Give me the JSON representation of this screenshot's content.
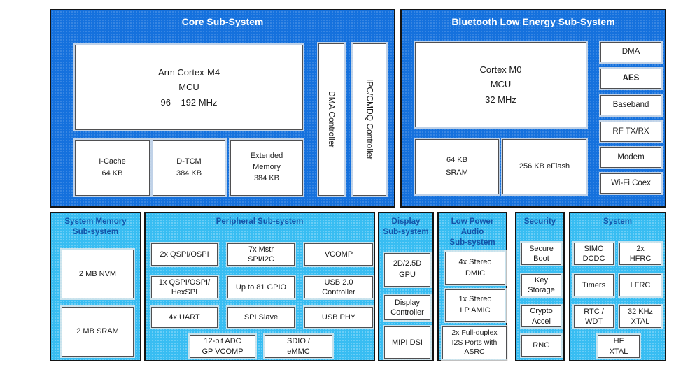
{
  "colors": {
    "dark_blue": "#1571dd",
    "light_blue": "#38bdf2",
    "section_title": "#1353a8"
  },
  "core": {
    "title": "Core Sub-System",
    "mcu": "Arm Cortex-M4\nMCU\n96 – 192 MHz",
    "memories": [
      "I-Cache\n64 KB",
      "D-TCM\n384 KB",
      "Extended\nMemory\n384 KB"
    ],
    "controllers": [
      "DMA Controller",
      "IPC/CMDQ Controller"
    ]
  },
  "ble": {
    "title": "Bluetooth Low Energy Sub-System",
    "mcu": "Cortex M0\nMCU\n32 MHz",
    "memories": [
      "64 KB\nSRAM",
      "256 KB eFlash"
    ],
    "side_blocks": [
      "DMA",
      "AES",
      "Baseband",
      "RF TX/RX",
      "Modem",
      "Wi-Fi Coex"
    ]
  },
  "system_memory": {
    "title": "System Memory\nSub-system",
    "blocks": [
      "2 MB NVM",
      "2 MB SRAM"
    ]
  },
  "peripheral": {
    "title": "Peripheral Sub-system",
    "grid": [
      "2x QSPI/OSPI",
      "7x Mstr\nSPI/I2C",
      "VCOMP",
      "1x QSPI/OSPI/\nHexSPI",
      "Up to 81 GPIO",
      "USB 2.0\nController",
      "4x UART",
      "SPI Slave",
      "USB PHY"
    ],
    "bottom": [
      "12-bit ADC\nGP VCOMP",
      "SDIO /\neMMC"
    ]
  },
  "display": {
    "title": "Display\nSub-system",
    "blocks": [
      "2D/2.5D\nGPU",
      "Display\nController",
      "MIPI DSI"
    ]
  },
  "audio": {
    "title": "Low Power\nAudio\nSub-system",
    "blocks": [
      "4x Stereo\nDMIC",
      "1x Stereo\nLP AMIC",
      "2x Full-duplex\nI2S Ports with\nASRC"
    ]
  },
  "security": {
    "title": "Security",
    "blocks": [
      "Secure\nBoot",
      "Key\nStorage",
      "Crypto\nAccel",
      "RNG"
    ]
  },
  "system": {
    "title": "System",
    "grid": [
      "SIMO\nDCDC",
      "2x\nHFRC",
      "Timers",
      "LFRC",
      "RTC /\nWDT",
      "32 KHz\nXTAL"
    ],
    "bottom": "HF\nXTAL"
  }
}
